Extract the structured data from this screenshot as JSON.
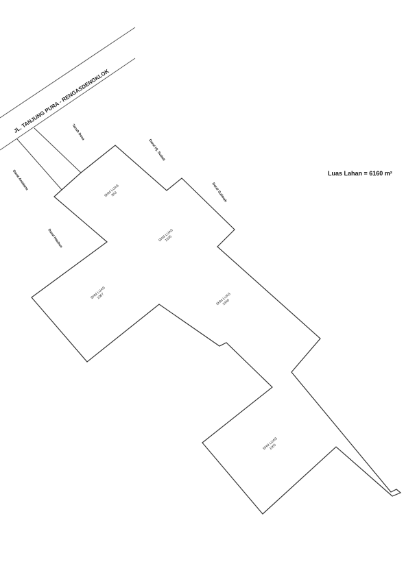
{
  "road": "JL. TANJUNG PURA - RENGASDENGKLOK",
  "neighbors": [
    "Tanah Desa",
    "Darat Hj. Sudati",
    "Darat Sulimah",
    "Darat Amidana",
    "Darat Hasbun"
  ],
  "parcels": [
    {
      "label": "SHM LUAS",
      "area": "953"
    },
    {
      "label": "SHM LUAS",
      "area": "1035"
    },
    {
      "label": "SHM LUAS",
      "area": "1067"
    },
    {
      "label": "SHM LUAS",
      "area": "1940"
    },
    {
      "label": "SHM LUAS",
      "area": "1165"
    }
  ],
  "total_area": "Luas Lahan = 6160 m²"
}
